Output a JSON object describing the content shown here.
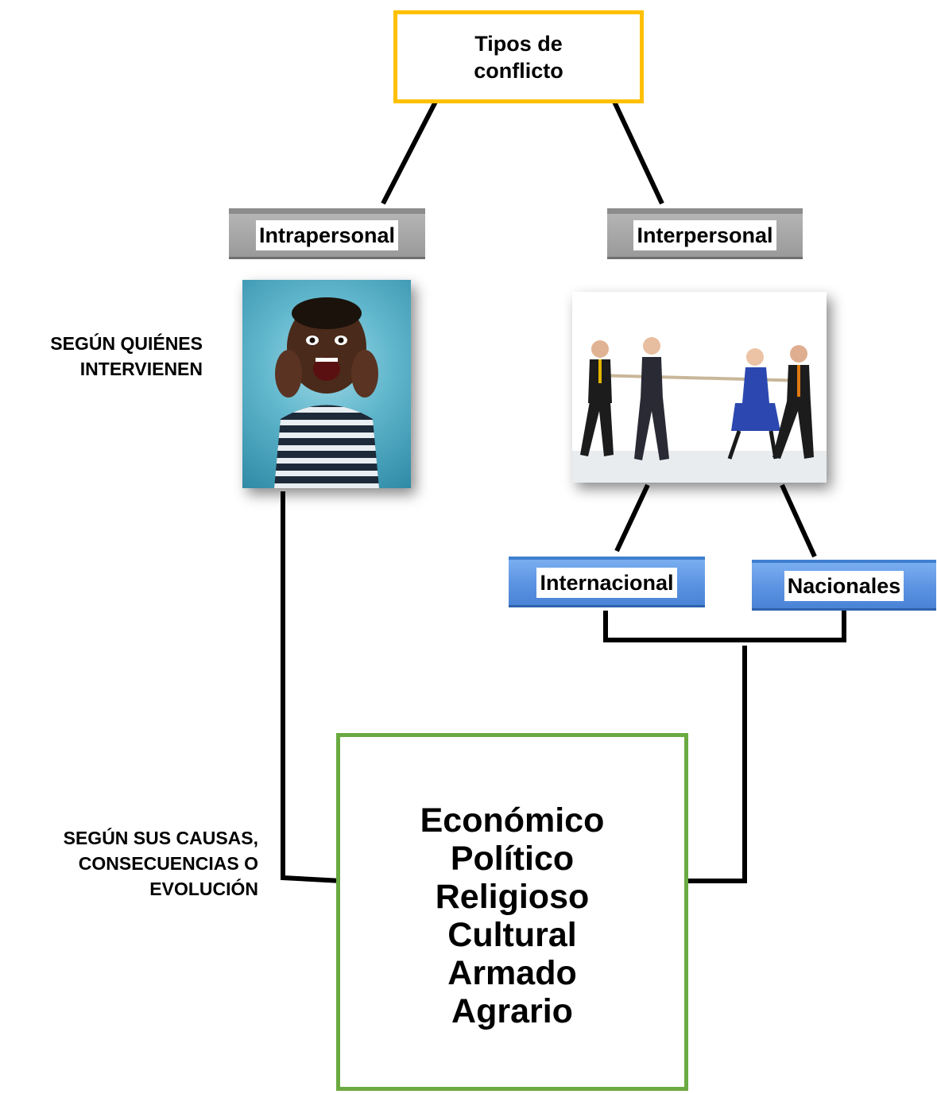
{
  "diagram": {
    "root": "Tipos de conflicto",
    "level1": [
      {
        "label": "Intrapersonal"
      },
      {
        "label": "Interpersonal"
      }
    ],
    "level2": [
      {
        "label": "Internacional"
      },
      {
        "label": "Nacionales"
      }
    ],
    "side_label_1": "SEGÚN QUIÉNES INTERVIENEN",
    "side_label_2": "SEGÚN SUS CAUSAS, CONSECUENCIAS O EVOLUCIÓN",
    "categories": [
      "Económico",
      "Político",
      "Religioso",
      "Cultural",
      "Armado",
      "Agrario"
    ]
  },
  "colors": {
    "root_border": "#ffc000",
    "category_border": "#6aaa40",
    "grey_box": "#a6a6a6",
    "blue_box": "#5b93e2",
    "connector": "#000000"
  }
}
